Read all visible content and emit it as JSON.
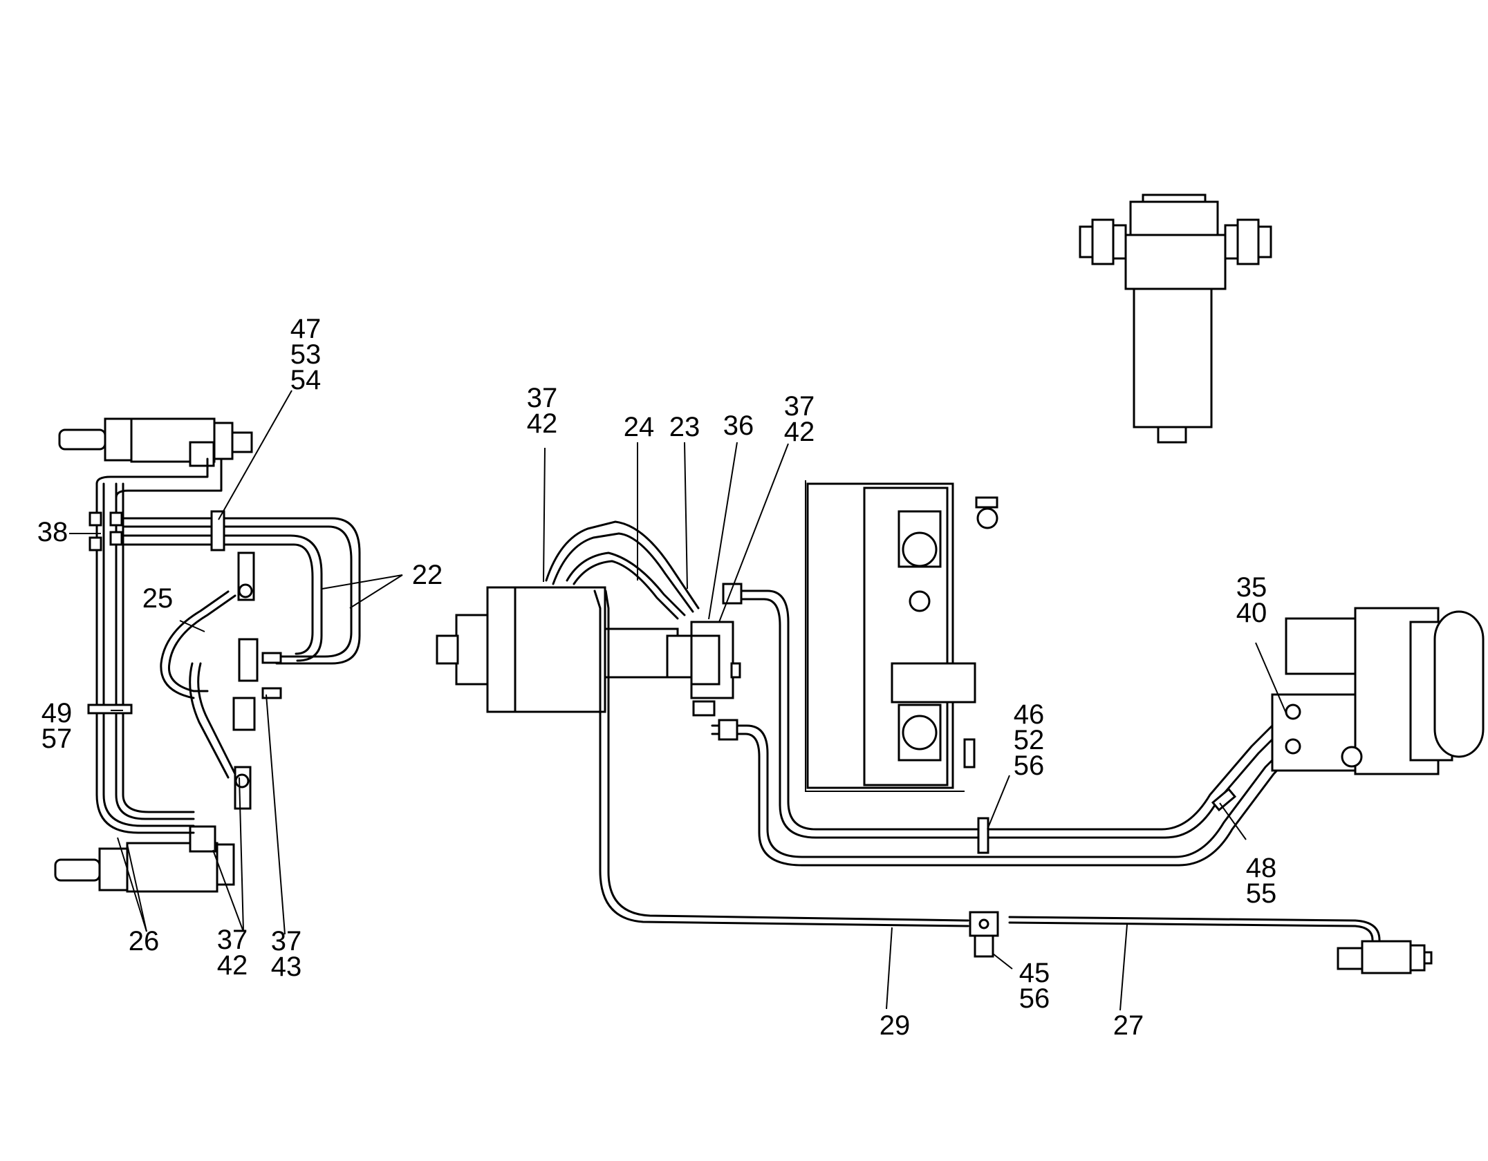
{
  "callouts": {
    "c47_53_54": "47\n53\n54",
    "c38": "38",
    "c25": "25",
    "c22": "22",
    "c49_57": "49\n57",
    "c26": "26",
    "c37_42_left": "37\n42",
    "c37_43": "37\n43",
    "c37_42_top_a": "37\n42",
    "c24": "24",
    "c23": "23",
    "c36": "36",
    "c37_42_top_b": "37\n42",
    "c35_40": "35\n40",
    "c46_52_56": "46\n52\n56",
    "c48_55": "48\n55",
    "c45_56": "45\n56",
    "c29": "29",
    "c27": "27"
  }
}
